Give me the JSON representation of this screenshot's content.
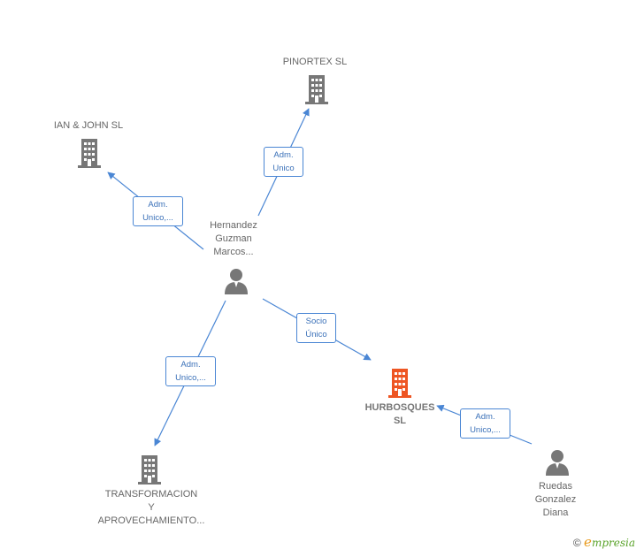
{
  "nodes": {
    "pinortex": {
      "label": "PINORTEX SL",
      "type": "company"
    },
    "ian_john": {
      "label": "IAN & JOHN  SL",
      "type": "company"
    },
    "hernandez": {
      "label": "Hernandez\nGuzman\nMarcos...",
      "type": "person"
    },
    "hurbosques": {
      "label": "HURBOSQUES\nSL",
      "type": "company-focus"
    },
    "transformacion": {
      "label": "TRANSFORMACION\nY\nAPROVECHAMIENTO...",
      "type": "company"
    },
    "ruedas": {
      "label": "Ruedas\nGonzalez\nDiana",
      "type": "person"
    }
  },
  "edges": {
    "to_pinortex": {
      "line1": "Adm.",
      "line2": "Unico"
    },
    "to_ian_john": {
      "line1": "Adm.",
      "line2": "Unico,..."
    },
    "to_hurbosques": {
      "line1": "Socio",
      "line2": "Único"
    },
    "to_transformacion": {
      "line1": "Adm.",
      "line2": "Unico,..."
    },
    "ruedas_to_hurbosques": {
      "line1": "Adm.",
      "line2": "Unico,..."
    }
  },
  "colors": {
    "company": "#777777",
    "focus": "#ee5522",
    "edge": "#4a86d4"
  },
  "footer": {
    "copyright": "©",
    "brand_initial": "e",
    "brand_rest": "mpresia"
  }
}
